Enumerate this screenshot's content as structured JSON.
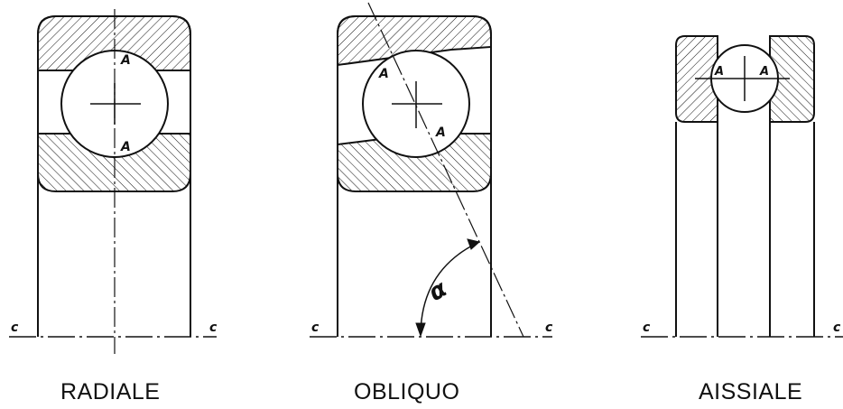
{
  "diagrams": [
    {
      "caption": "RADIALE",
      "contact_label": "A",
      "axis_label": "c"
    },
    {
      "caption": "OBLIQUO",
      "contact_label": "A",
      "axis_label": "c",
      "angle_label": "α"
    },
    {
      "caption": "AISSIALE",
      "contact_label": "A",
      "axis_label": "c"
    }
  ]
}
